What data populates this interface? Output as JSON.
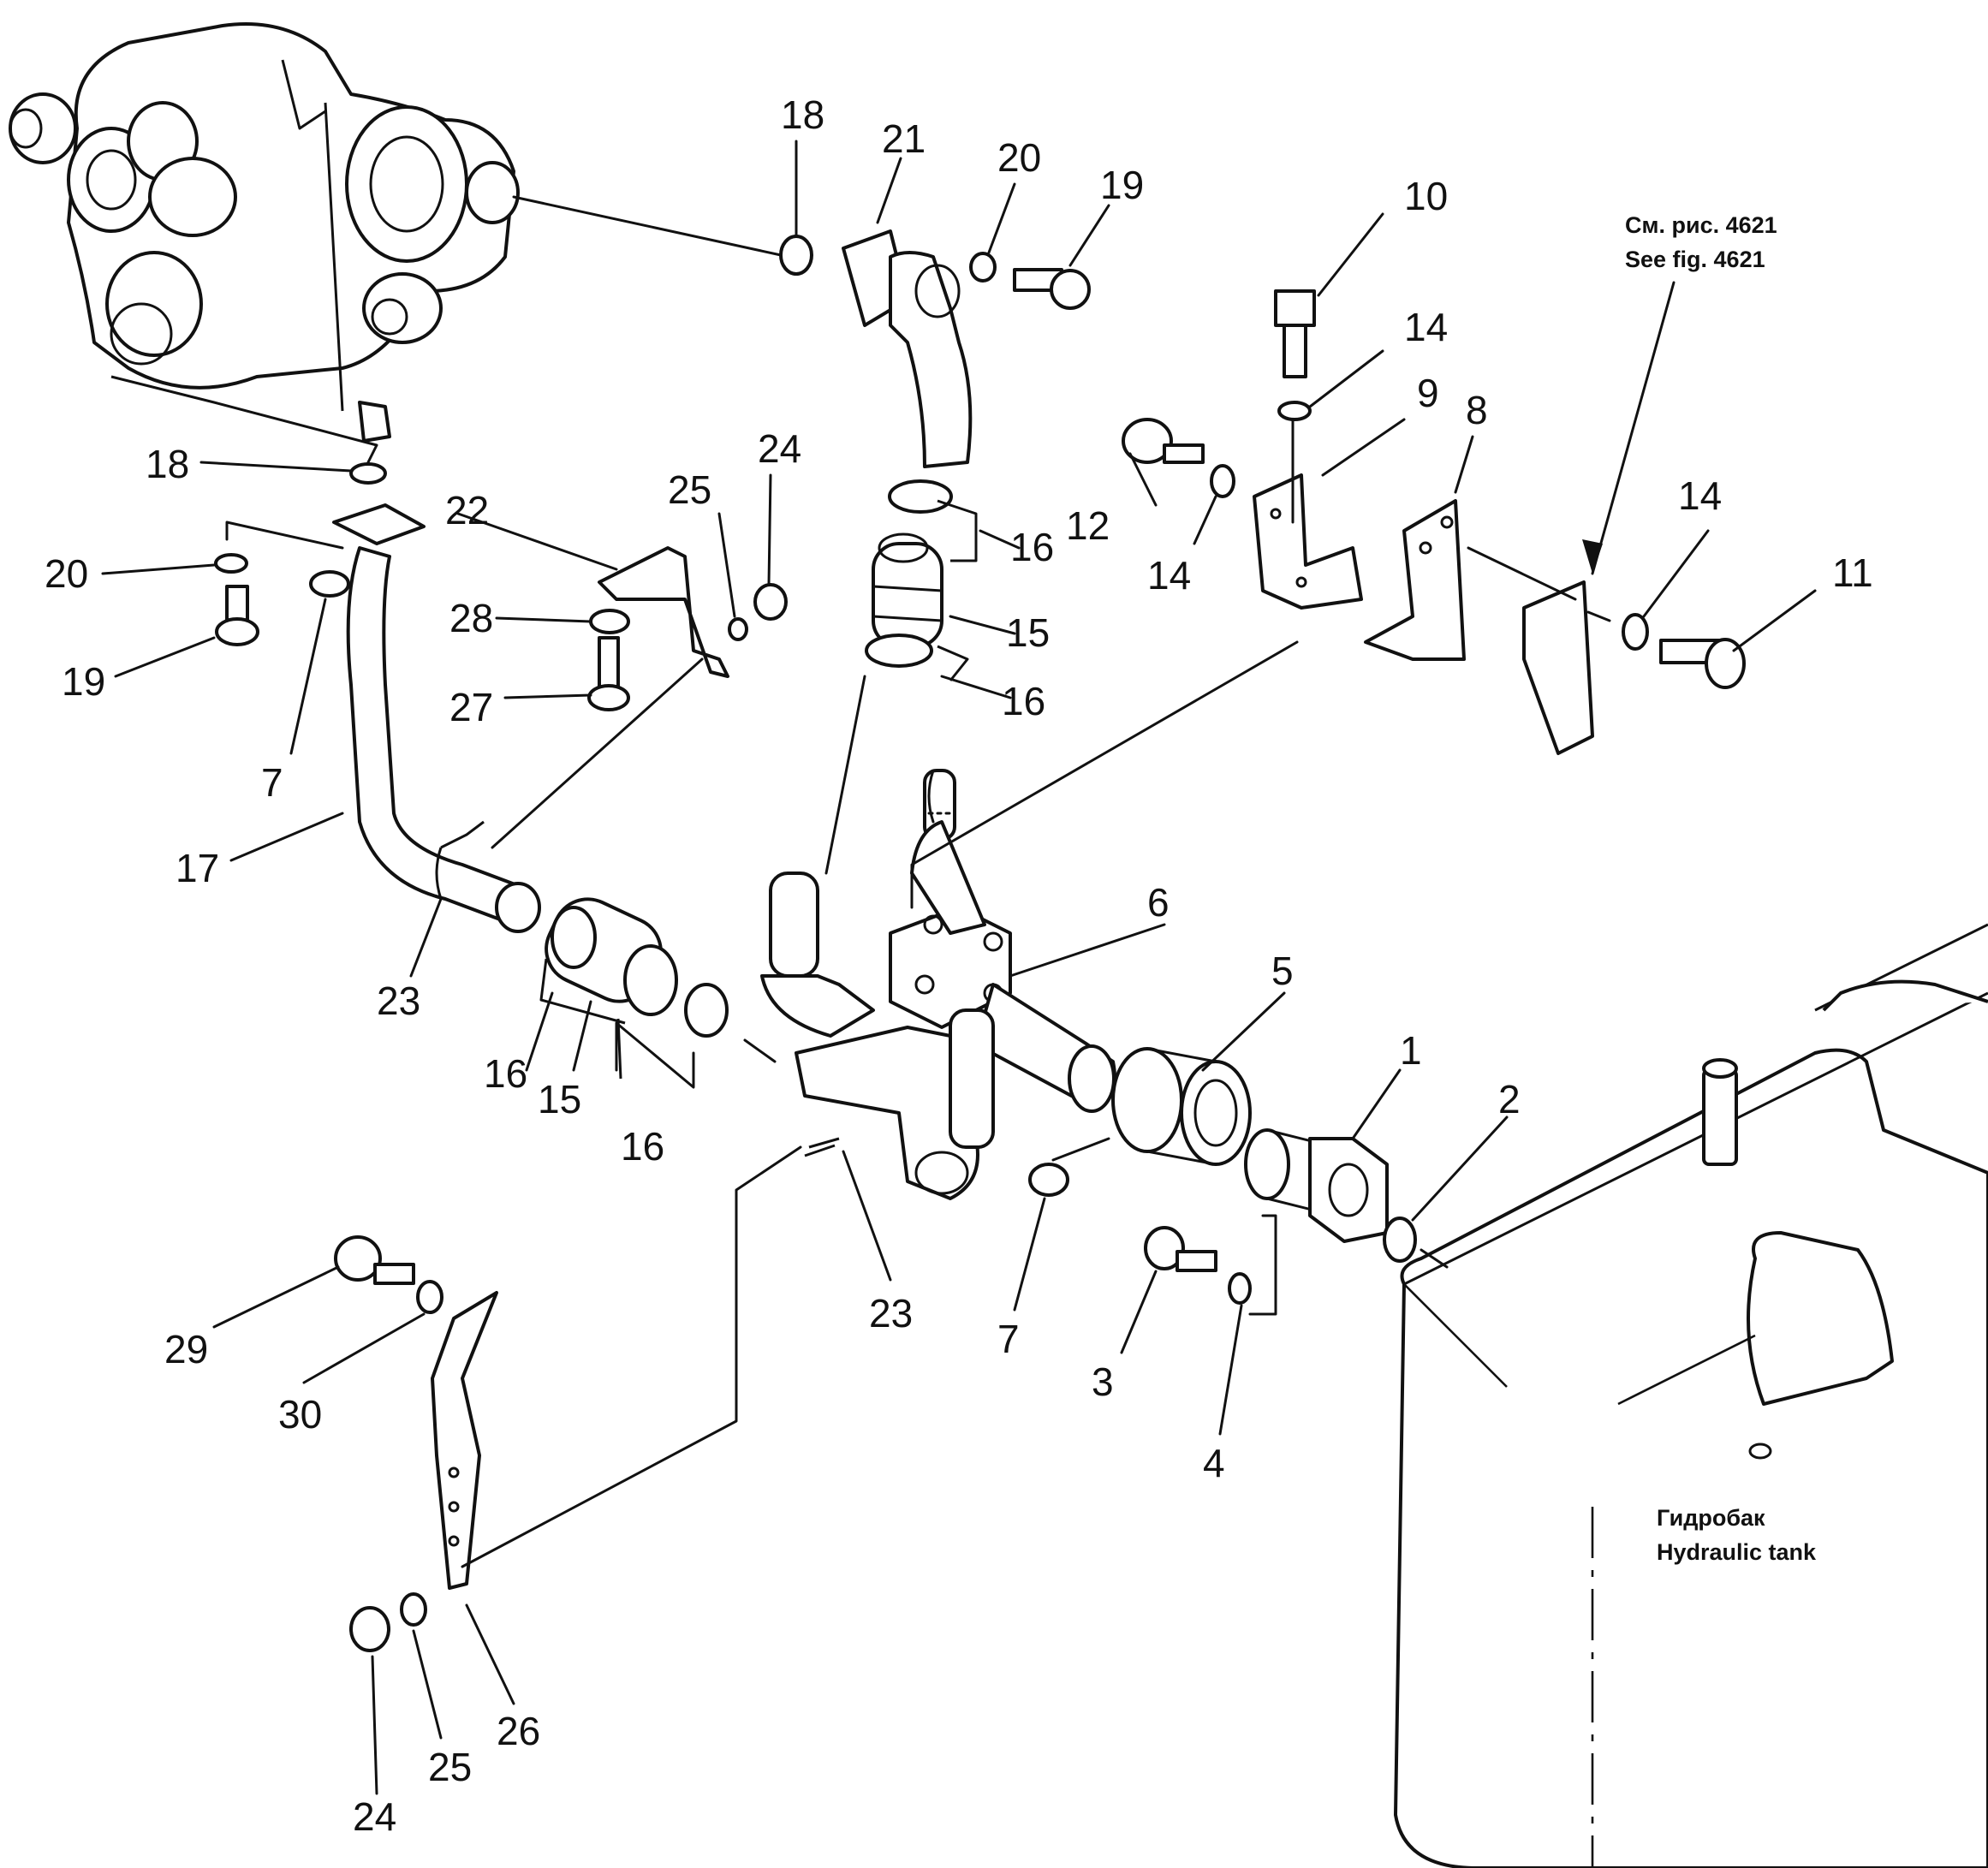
{
  "callouts": [
    {
      "id": "c1",
      "label": "1"
    },
    {
      "id": "c2",
      "label": "2"
    },
    {
      "id": "c3",
      "label": "3"
    },
    {
      "id": "c4",
      "label": "4"
    },
    {
      "id": "c5",
      "label": "5"
    },
    {
      "id": "c6",
      "label": "6"
    },
    {
      "id": "c7a",
      "label": "7"
    },
    {
      "id": "c7b",
      "label": "7"
    },
    {
      "id": "c8",
      "label": "8"
    },
    {
      "id": "c9",
      "label": "9"
    },
    {
      "id": "c10",
      "label": "10"
    },
    {
      "id": "c11",
      "label": "11"
    },
    {
      "id": "c12",
      "label": "12"
    },
    {
      "id": "c14a",
      "label": "14"
    },
    {
      "id": "c14b",
      "label": "14"
    },
    {
      "id": "c14c",
      "label": "14"
    },
    {
      "id": "c15a",
      "label": "15"
    },
    {
      "id": "c15b",
      "label": "15"
    },
    {
      "id": "c16a",
      "label": "16"
    },
    {
      "id": "c16b",
      "label": "16"
    },
    {
      "id": "c16c",
      "label": "16"
    },
    {
      "id": "c16d",
      "label": "16"
    },
    {
      "id": "c17",
      "label": "17"
    },
    {
      "id": "c18a",
      "label": "18"
    },
    {
      "id": "c18b",
      "label": "18"
    },
    {
      "id": "c19a",
      "label": "19"
    },
    {
      "id": "c19b",
      "label": "19"
    },
    {
      "id": "c20a",
      "label": "20"
    },
    {
      "id": "c20b",
      "label": "20"
    },
    {
      "id": "c21",
      "label": "21"
    },
    {
      "id": "c22",
      "label": "22"
    },
    {
      "id": "c23a",
      "label": "23"
    },
    {
      "id": "c23b",
      "label": "23"
    },
    {
      "id": "c24a",
      "label": "24"
    },
    {
      "id": "c24b",
      "label": "24"
    },
    {
      "id": "c25a",
      "label": "25"
    },
    {
      "id": "c25b",
      "label": "25"
    },
    {
      "id": "c26",
      "label": "26"
    },
    {
      "id": "c27",
      "label": "27"
    },
    {
      "id": "c28",
      "label": "28"
    },
    {
      "id": "c29",
      "label": "29"
    },
    {
      "id": "c30",
      "label": "30"
    }
  ],
  "notes": {
    "see_fig_ru": "См. рис. 4621",
    "see_fig_en": "See fig. 4621",
    "tank_ru": "Гидробак",
    "tank_en": "Hydraulic tank"
  }
}
